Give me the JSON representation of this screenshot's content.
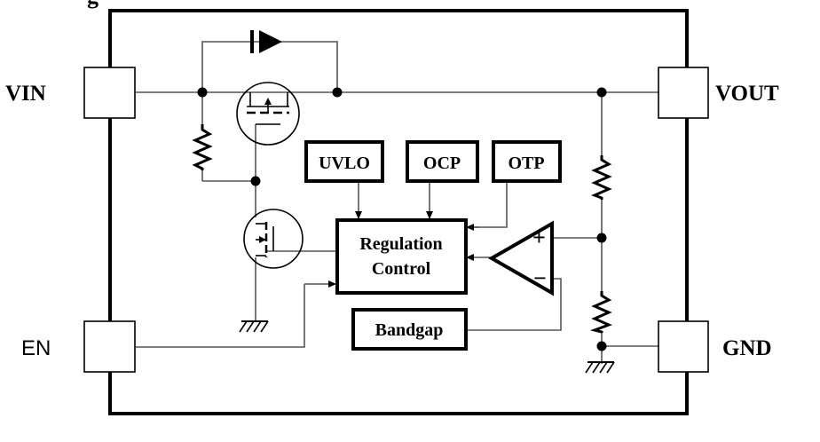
{
  "pins": {
    "vin": "VIN",
    "vout": "VOUT",
    "en": "EN",
    "gnd": "GND"
  },
  "blocks": {
    "uvlo": "UVLO",
    "ocp": "OCP",
    "otp": "OTP",
    "regulation_line1": "Regulation",
    "regulation_line2": "Control",
    "bandgap": "Bandgap"
  },
  "amp": {
    "plus": "+",
    "minus": "−"
  },
  "icons": [
    "diode-icon",
    "pmos-transistor-icon",
    "nmos-transistor-icon",
    "resistor-icon",
    "ground-icon",
    "op-amp-icon"
  ]
}
